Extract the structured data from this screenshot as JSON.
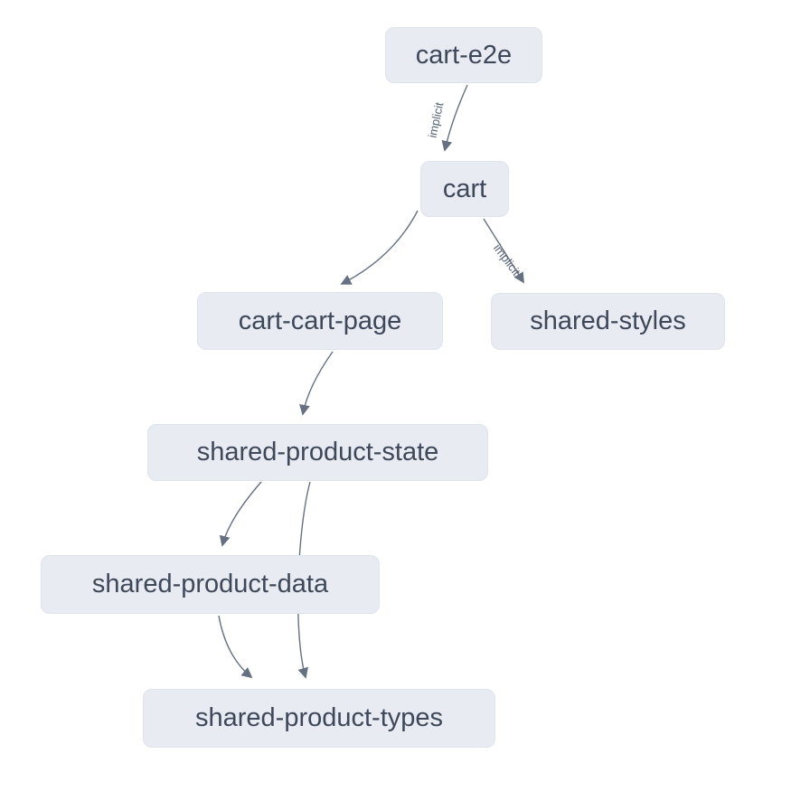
{
  "diagram": {
    "type": "dependency-graph",
    "background": "#ffffff",
    "node_fill": "#e8ecf2",
    "node_border": "#dee3ec",
    "node_text_color": "#3e4859",
    "edge_color": "#657081",
    "nodes": [
      {
        "id": "cart-e2e",
        "label": "cart-e2e"
      },
      {
        "id": "cart",
        "label": "cart"
      },
      {
        "id": "cart-cart-page",
        "label": "cart-cart-page"
      },
      {
        "id": "shared-styles",
        "label": "shared-styles"
      },
      {
        "id": "shared-product-state",
        "label": "shared-product-state"
      },
      {
        "id": "shared-product-data",
        "label": "shared-product-data"
      },
      {
        "id": "shared-product-types",
        "label": "shared-product-types"
      }
    ],
    "edges": [
      {
        "from": "cart-e2e",
        "to": "cart",
        "label": "implicit"
      },
      {
        "from": "cart",
        "to": "cart-cart-page",
        "label": ""
      },
      {
        "from": "cart",
        "to": "shared-styles",
        "label": "implicit"
      },
      {
        "from": "cart-cart-page",
        "to": "shared-product-state",
        "label": ""
      },
      {
        "from": "shared-product-state",
        "to": "shared-product-data",
        "label": ""
      },
      {
        "from": "shared-product-state",
        "to": "shared-product-types",
        "label": ""
      },
      {
        "from": "shared-product-data",
        "to": "shared-product-types",
        "label": ""
      }
    ]
  }
}
